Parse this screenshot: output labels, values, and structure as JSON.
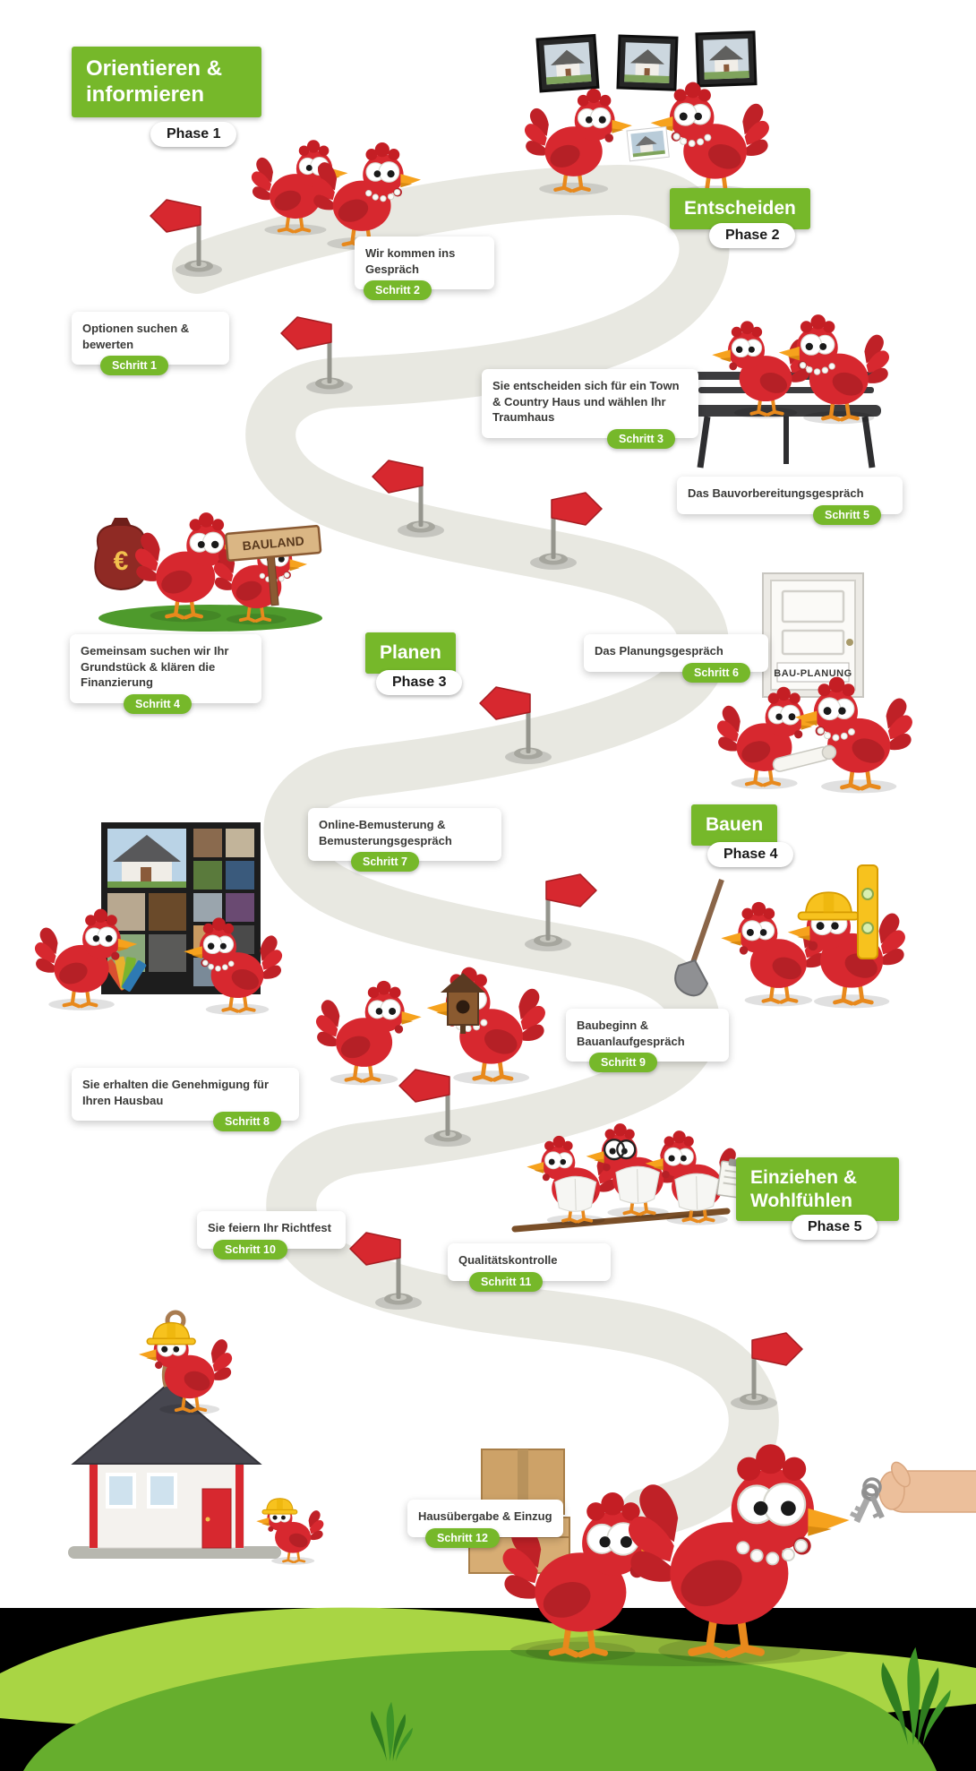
{
  "phases": [
    {
      "label": "Orientieren & informieren",
      "badge": "Phase 1"
    },
    {
      "label": "Entscheiden",
      "badge": "Phase 2"
    },
    {
      "label": "Planen",
      "badge": "Phase 3"
    },
    {
      "label": "Bauen",
      "badge": "Phase 4"
    },
    {
      "label": "Einziehen & Wohlfühlen",
      "badge": "Phase 5"
    }
  ],
  "steps": [
    {
      "label": "Optionen suchen & bewerten",
      "badge": "Schritt 1"
    },
    {
      "label": "Wir kommen ins Gespräch",
      "badge": "Schritt 2"
    },
    {
      "label": "Sie entscheiden sich für ein Town & Country Haus und wählen Ihr Traumhaus",
      "badge": "Schritt 3"
    },
    {
      "label": "Gemeinsam suchen wir Ihr Grundstück & klären die Finanzierung",
      "badge": "Schritt 4"
    },
    {
      "label": "Das Bauvorbereitungsgespräch",
      "badge": "Schritt 5"
    },
    {
      "label": "Das Planungsgespräch",
      "badge": "Schritt 6"
    },
    {
      "label": "Online-Bemusterung & Bemusterungsgespräch",
      "badge": "Schritt 7"
    },
    {
      "label": "Sie erhalten die Genehmigung für Ihren Hausbau",
      "badge": "Schritt 8"
    },
    {
      "label": "Baubeginn & Bauanlaufgespräch",
      "badge": "Schritt 9"
    },
    {
      "label": "Sie feiern Ihr Richtfest",
      "badge": "Schritt 10"
    },
    {
      "label": "Qualitätskontrolle",
      "badge": "Schritt 11"
    },
    {
      "label": "Hausübergabe & Einzug",
      "badge": "Schritt 12"
    }
  ],
  "signs": {
    "bauland": "BAULAND",
    "bauplanung": "BAU-PLANUNG",
    "euro": "€"
  },
  "icons": {
    "route_flag": "red-flag-marker-on-pole"
  },
  "colors": {
    "accent_green": "#76b82a",
    "mascot_red": "#d7282f",
    "path_gray": "#e8e8e1",
    "hill_light": "#a9d544",
    "hill_dark": "#66ae2d"
  }
}
